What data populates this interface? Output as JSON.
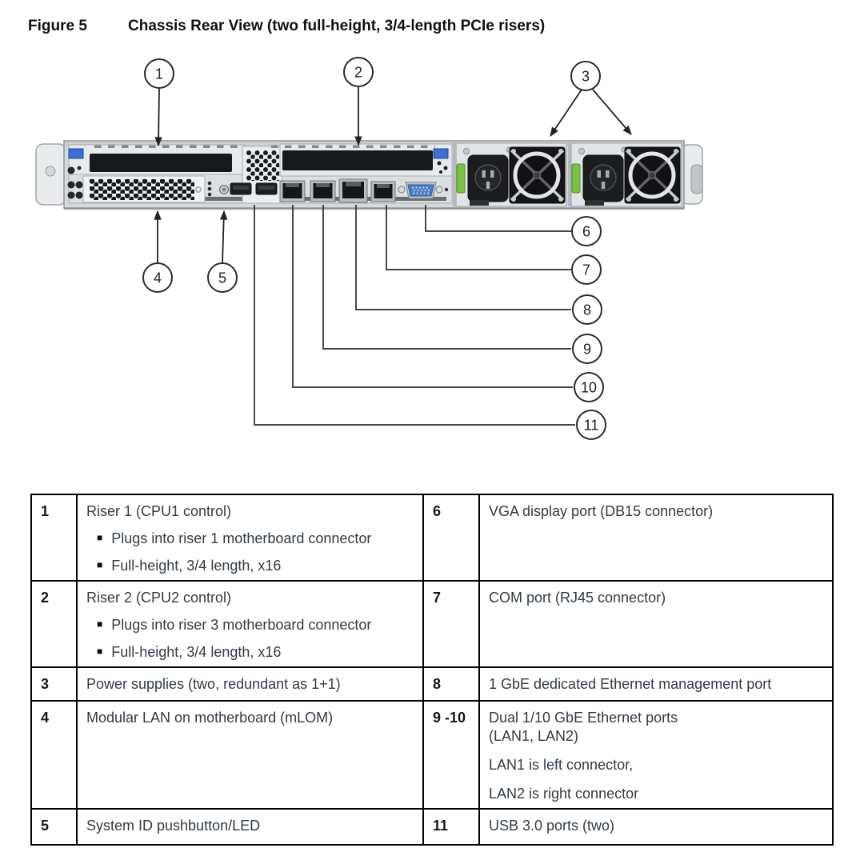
{
  "figure": {
    "label": "Figure 5",
    "title": "Chassis Rear View (two full-height, 3/4-length PCIe risers)"
  },
  "callouts": {
    "labels": [
      "1",
      "2",
      "3",
      "4",
      "5",
      "6",
      "7",
      "8",
      "9",
      "10",
      "11"
    ]
  },
  "table": {
    "bullet_char": "■",
    "rows": [
      {
        "num_left": "1",
        "desc_left": "Riser 1 (CPU1 control)",
        "bullets": [
          "Plugs into riser 1 motherboard connector",
          "Full-height, 3/4 length, x16"
        ],
        "num_right": "6",
        "desc_right": "VGA display port (DB15 connector)"
      },
      {
        "num_left": "2",
        "desc_left": "Riser 2 (CPU2 control)",
        "bullets": [
          "Plugs into riser 3 motherboard connector",
          "Full-height, 3/4 length, x16"
        ],
        "num_right": "7",
        "desc_right": "COM port (RJ45 connector)"
      },
      {
        "num_left": "3",
        "desc_left": "Power supplies (two, redundant as 1+1)",
        "num_right": "8",
        "desc_right": "1 GbE dedicated Ethernet management port"
      },
      {
        "num_left": "4",
        "desc_left": "Modular LAN on motherboard (mLOM)",
        "num_right": "9 -10",
        "right_lines": [
          "Dual 1/10 GbE Ethernet ports",
          "(LAN1, LAN2)",
          "LAN1 is left connector,",
          "LAN2 is right connector"
        ]
      },
      {
        "num_left": "5",
        "desc_left": "System ID pushbutton/LED",
        "num_right": "11",
        "desc_right": "USB 3.0 ports (two)"
      }
    ]
  },
  "colors": {
    "vga_blue": "#4a7dc4",
    "psu_clip_green": "#7cc142",
    "latch_blue": "#3d6fd6",
    "callout_line": "#2b2b2b"
  }
}
